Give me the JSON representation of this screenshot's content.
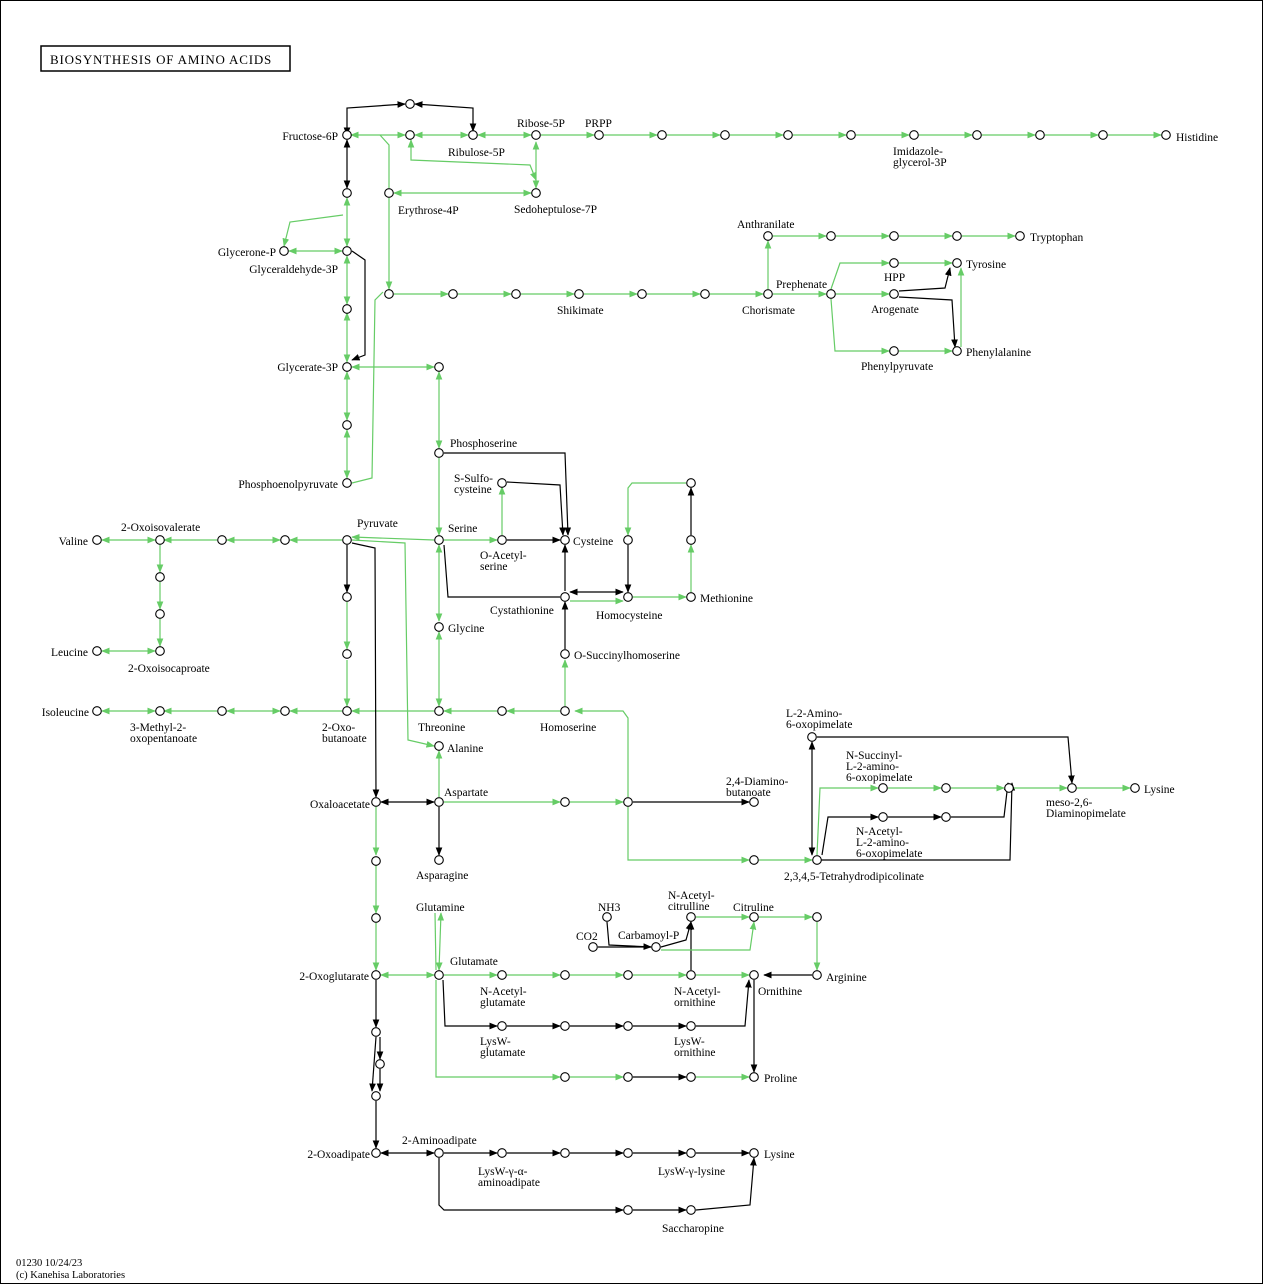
{
  "title": "BIOSYNTHESIS OF AMINO ACIDS",
  "footer": {
    "line1": "01230 10/24/23",
    "line2": "(c) Kanehisa Laboratories"
  },
  "colors": {
    "green_edge": "#66cc66",
    "black_edge": "#000000",
    "node_fill": "#ffffff",
    "border": "#000000"
  },
  "labels": [
    {
      "text": "Fructose-6P"
    },
    {
      "text": "Ribose-5P"
    },
    {
      "text": "PRPP"
    },
    {
      "text": "Ribulose-5P"
    },
    {
      "text": "Histidine"
    },
    {
      "text": "Imidazole-"
    },
    {
      "text": "glycerol-3P"
    },
    {
      "text": "Erythrose-4P"
    },
    {
      "text": "Sedoheptulose-7P"
    },
    {
      "text": "Glycerone-P"
    },
    {
      "text": "Glyceraldehyde-3P"
    },
    {
      "text": "Anthranilate"
    },
    {
      "text": "Tryptophan"
    },
    {
      "text": "Tyrosine"
    },
    {
      "text": "HPP"
    },
    {
      "text": "Prephenate"
    },
    {
      "text": "Shikimate"
    },
    {
      "text": "Chorismate"
    },
    {
      "text": "Arogenate"
    },
    {
      "text": "Phenylalanine"
    },
    {
      "text": "Phenylpyruvate"
    },
    {
      "text": "Glycerate-3P"
    },
    {
      "text": "Phosphoserine"
    },
    {
      "text": "S-Sulfo-"
    },
    {
      "text": "cysteine"
    },
    {
      "text": "Phosphoenolpyruvate"
    },
    {
      "text": "Pyruvate"
    },
    {
      "text": "Serine"
    },
    {
      "text": "2-Oxoisovalerate"
    },
    {
      "text": "Valine"
    },
    {
      "text": "Cysteine"
    },
    {
      "text": "O-Acetyl-"
    },
    {
      "text": "serine"
    },
    {
      "text": "Cystathionine"
    },
    {
      "text": "Homocysteine"
    },
    {
      "text": "Methionine"
    },
    {
      "text": "Glycine"
    },
    {
      "text": "O-Succinylhomoserine"
    },
    {
      "text": "Leucine"
    },
    {
      "text": "2-Oxoisocaproate"
    },
    {
      "text": "Isoleucine"
    },
    {
      "text": "3-Methyl-2-"
    },
    {
      "text": "oxopentanoate"
    },
    {
      "text": "2-Oxo-"
    },
    {
      "text": "butanoate"
    },
    {
      "text": "Threonine"
    },
    {
      "text": "Homoserine"
    },
    {
      "text": "L-2-Amino-"
    },
    {
      "text": "6-oxopimelate"
    },
    {
      "text": "Alanine"
    },
    {
      "text": "N-Succinyl-"
    },
    {
      "text": "L-2-amino-"
    },
    {
      "text": "6-oxopimelate"
    },
    {
      "text": "2,4-Diamino-"
    },
    {
      "text": "butanoate"
    },
    {
      "text": "Aspartate"
    },
    {
      "text": "Oxaloacetate"
    },
    {
      "text": "Lysine"
    },
    {
      "text": "meso-2,6-"
    },
    {
      "text": "Diaminopimelate"
    },
    {
      "text": "N-Acetyl-"
    },
    {
      "text": "L-2-amino-"
    },
    {
      "text": "6-oxopimelate"
    },
    {
      "text": "Asparagine"
    },
    {
      "text": "2,3,4,5-Tetrahydrodipicolinate"
    },
    {
      "text": "Glutamine"
    },
    {
      "text": "NH3"
    },
    {
      "text": "N-Acetyl-"
    },
    {
      "text": "citrulline"
    },
    {
      "text": "Citruline"
    },
    {
      "text": "CO2"
    },
    {
      "text": "Carbamoyl-P"
    },
    {
      "text": "Glutamate"
    },
    {
      "text": "2-Oxoglutarate"
    },
    {
      "text": "Arginine"
    },
    {
      "text": "N-Acetyl-"
    },
    {
      "text": "glutamate"
    },
    {
      "text": "N-Acetyl-"
    },
    {
      "text": "ornithine"
    },
    {
      "text": "Ornithine"
    },
    {
      "text": "LysW-"
    },
    {
      "text": "glutamate"
    },
    {
      "text": "LysW-"
    },
    {
      "text": "ornithine"
    },
    {
      "text": "Proline"
    },
    {
      "text": "2-Aminoadipate"
    },
    {
      "text": "2-Oxoadipate"
    },
    {
      "text": "Lysine"
    },
    {
      "text": "LysW-γ-α-"
    },
    {
      "text": "aminoadipate"
    },
    {
      "text": "LysW-γ-lysine"
    },
    {
      "text": "Saccharopine"
    }
  ]
}
